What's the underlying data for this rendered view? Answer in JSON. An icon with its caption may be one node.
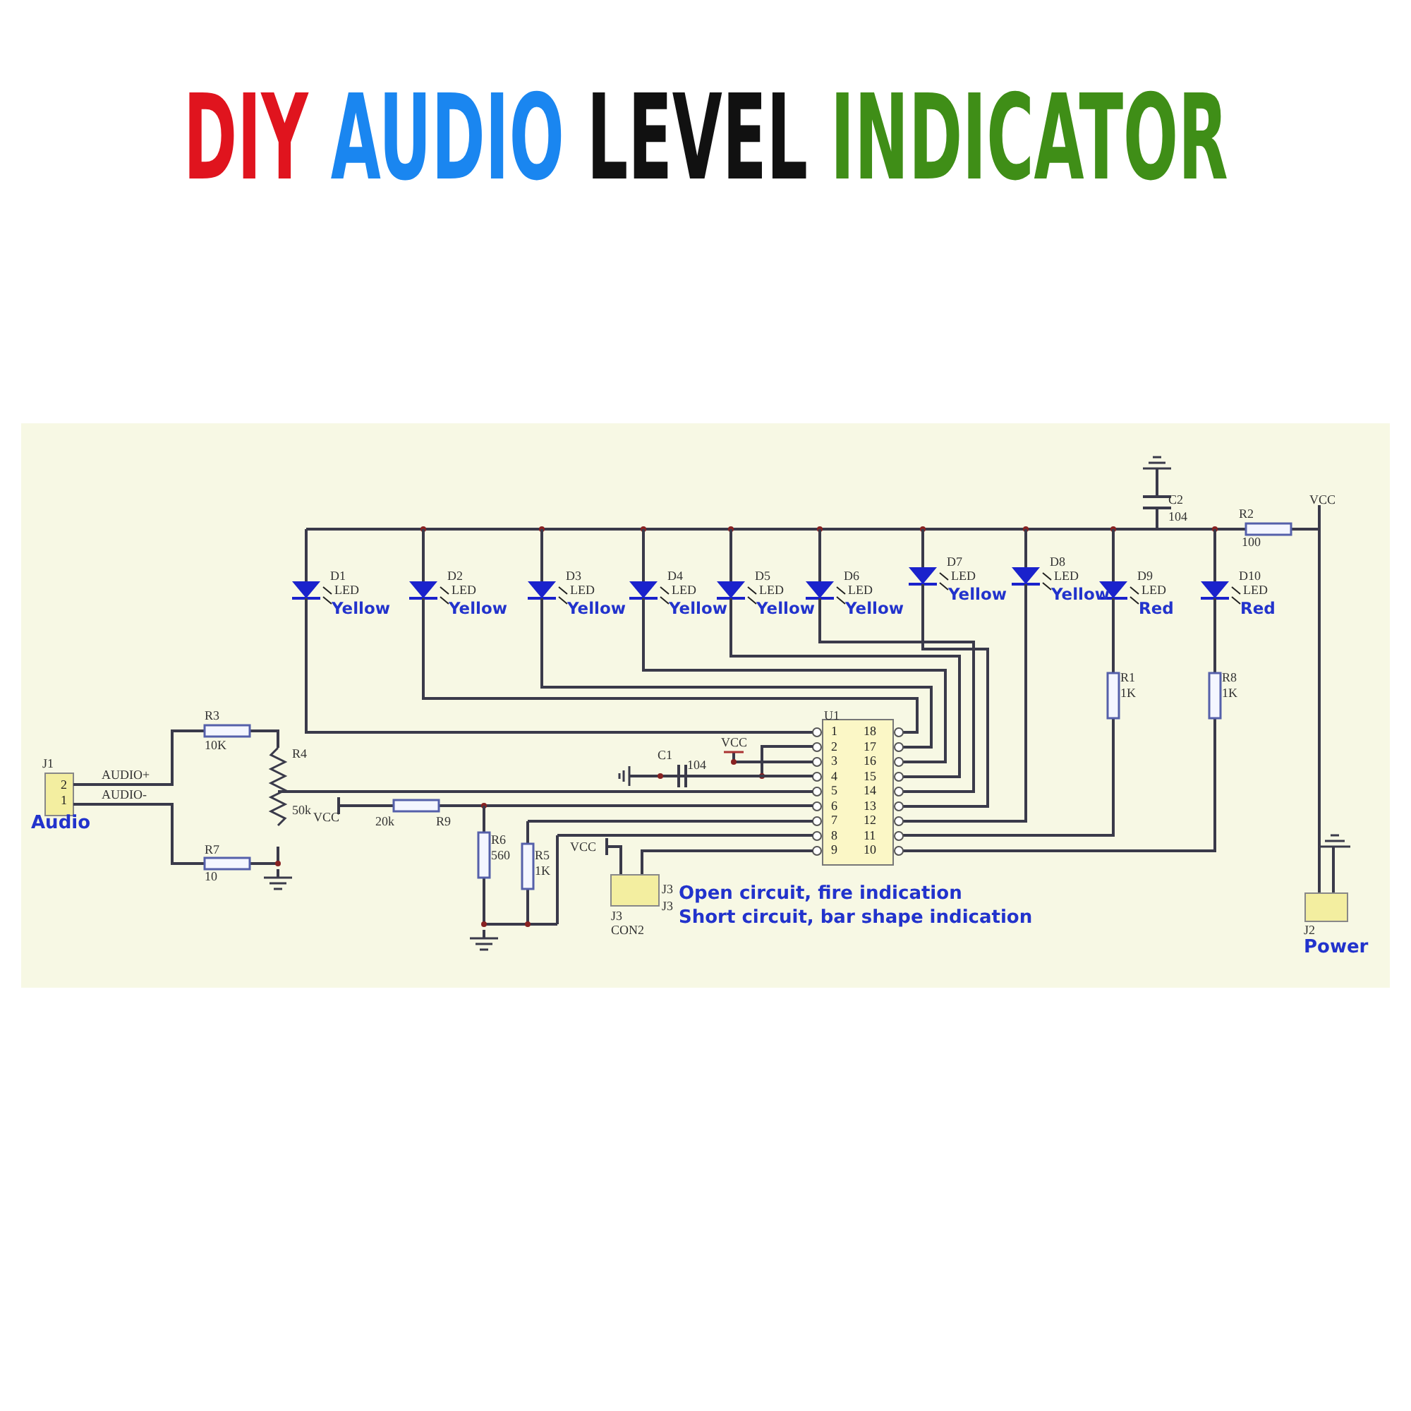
{
  "diagram": {
    "title": "DIY AUDIO LEVEL INDICATOR",
    "labels": [
      "C2",
      "104",
      "R2",
      "100",
      "VCC",
      "D1",
      "LED",
      "Yellow",
      "D2",
      "LED",
      "Yellow",
      "D3",
      "LED",
      "Yellow",
      "D4",
      "LED",
      "Yellow",
      "D5",
      "LED",
      "Yellow",
      "D6",
      "LED",
      "Yellow",
      "D7",
      "LED",
      "Yellow",
      "D8",
      "LED",
      "Yellow",
      "D9",
      "LED",
      "Red",
      "D10",
      "LED",
      "Red",
      "R1",
      "1K",
      "R8",
      "1K",
      "U1",
      "VCC",
      "C1",
      "104",
      "1",
      "18",
      "2",
      "17",
      "3",
      "16",
      "4",
      "15",
      "5",
      "14",
      "6",
      "13",
      "7",
      "12",
      "8",
      "11",
      "9",
      "10",
      "J1",
      "2",
      "1",
      "AUDIO+",
      "AUDIO-",
      "Audio",
      "R3",
      "10K",
      "R4",
      "50k",
      "R7",
      "10",
      "VCC",
      "20k",
      "R9",
      "R6",
      "560",
      "R5",
      "1K",
      "VCC",
      "J3",
      "Open circuit, fire indication",
      "J3",
      "Short circuit, bar shape indication",
      "J3",
      "CON2",
      "J2",
      "Power"
    ]
  }
}
